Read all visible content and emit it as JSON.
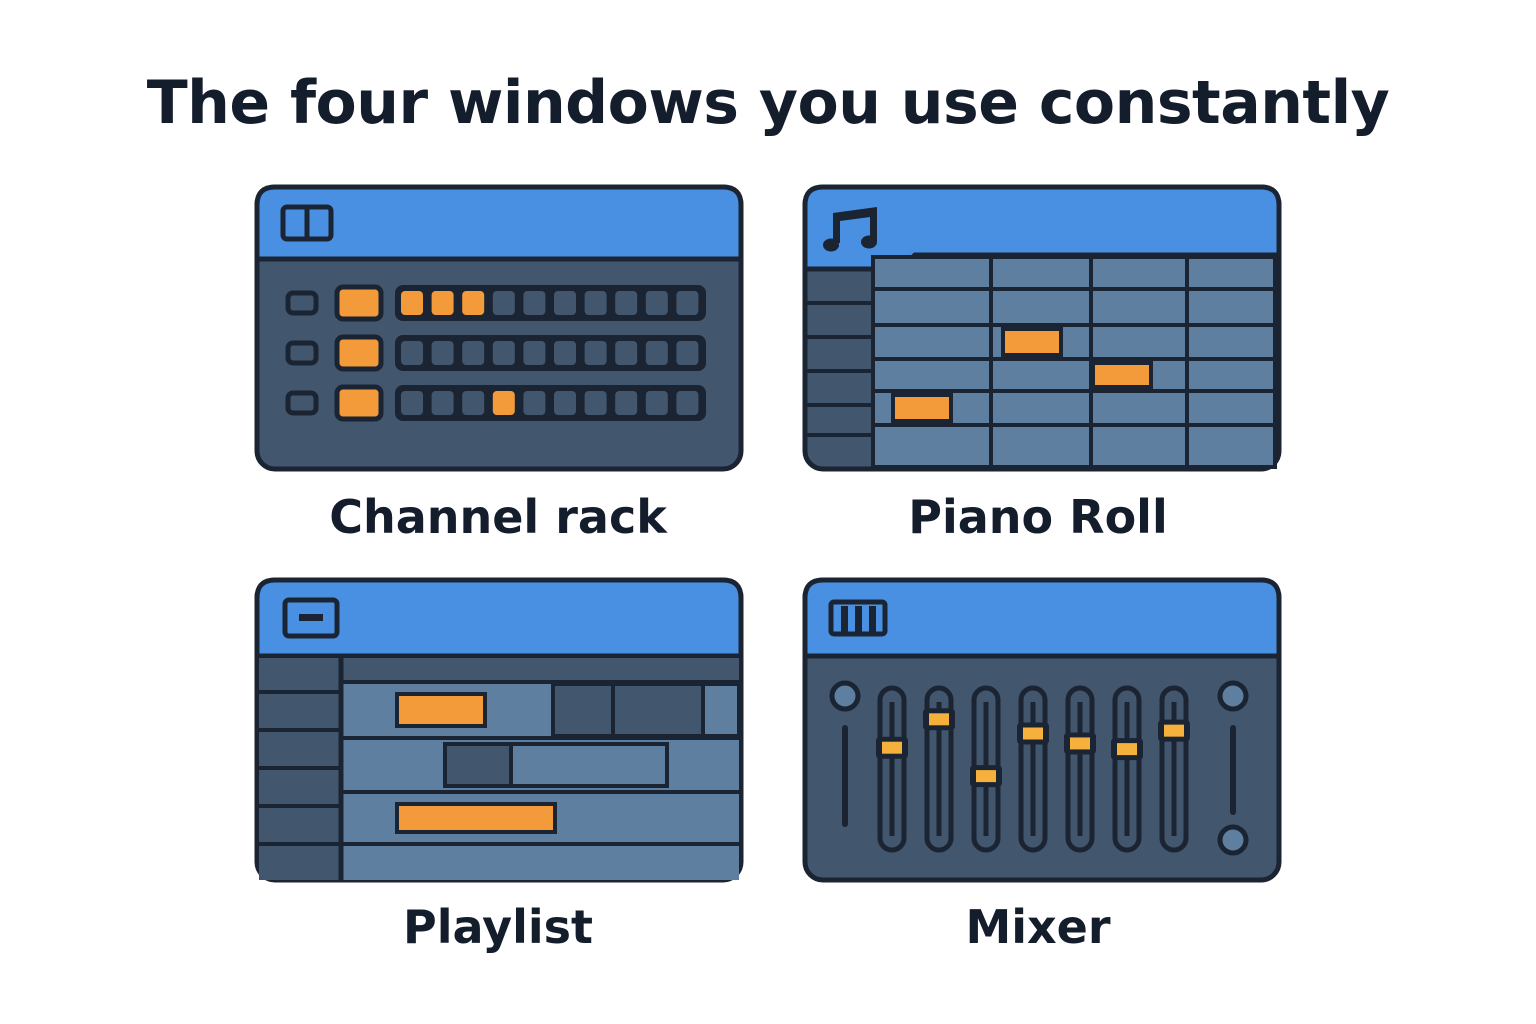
{
  "title": "The four windows you use constantly",
  "colors": {
    "outline": "#1a2432",
    "titlebar": "#4a90e2",
    "body": "#42566e",
    "grid": "#5e7f9f",
    "accent": "#f39a3a",
    "fader_cap": "#f6b13c"
  },
  "windows": [
    {
      "caption": "Channel rack",
      "icon": "split-window-icon",
      "channels": [
        {
          "button_active": true,
          "steps_on": [
            0,
            1,
            2
          ]
        },
        {
          "button_active": true,
          "steps_on": []
        },
        {
          "button_active": true,
          "steps_on": [
            3
          ]
        }
      ],
      "step_count": 10
    },
    {
      "caption": "Piano Roll",
      "icon": "music-note-icon",
      "notes": [
        {
          "row": 2,
          "beat": 2.2
        },
        {
          "row": 3,
          "beat": 3.1
        },
        {
          "row": 4,
          "beat": 1.1
        }
      ]
    },
    {
      "caption": "Playlist",
      "icon": "minimize-box-icon",
      "clips": [
        {
          "track": 1,
          "type": "audio"
        },
        {
          "track": 1,
          "type": "pattern"
        },
        {
          "track": 2,
          "type": "pattern"
        },
        {
          "track": 3,
          "type": "audio"
        }
      ]
    },
    {
      "caption": "Mixer",
      "icon": "piano-keys-icon",
      "fader_levels": [
        0.65,
        0.85,
        0.45,
        0.75,
        0.68,
        0.64,
        0.77
      ]
    }
  ]
}
